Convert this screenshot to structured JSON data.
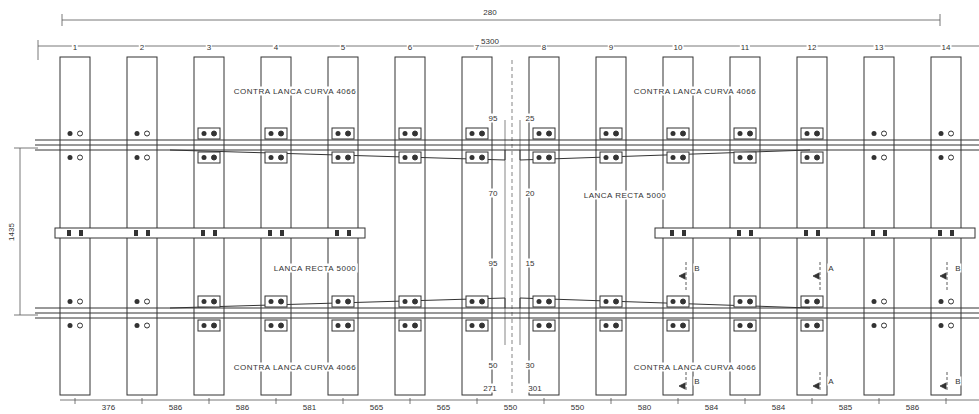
{
  "diagram": {
    "labels": [
      "280",
      "5300",
      "1",
      "2",
      "3",
      "4",
      "5",
      "6",
      "7",
      "8",
      "9",
      "10",
      "11",
      "12",
      "13",
      "14",
      "CONTRA LANCA CURVA 4066",
      "CONTRA LANCA CURVA 4066",
      "CONTRA LANCA CURVA 4066",
      "CONTRA LANCA CURVA 4066",
      "LANCA RECTA 5000",
      "LANCA RECTA 5000",
      "1435",
      "95",
      "25",
      "70",
      "20",
      "95",
      "15",
      "50",
      "30",
      "271",
      "301",
      "B",
      "A",
      "B",
      "B",
      "A",
      "B",
      "376",
      "586",
      "586",
      "581",
      "565",
      "565",
      "550",
      "550",
      "580",
      "584",
      "584",
      "585",
      "586"
    ]
  }
}
